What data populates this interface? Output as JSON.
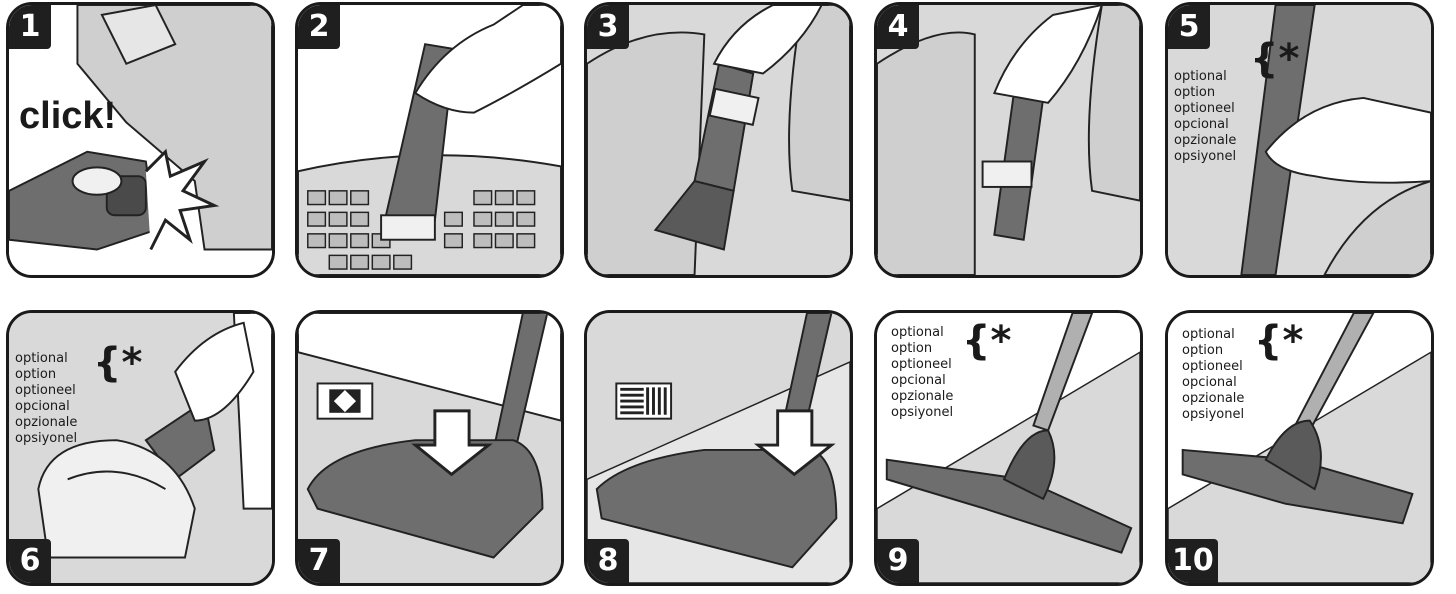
{
  "steps": [
    {
      "number": "1",
      "caption": "click!"
    },
    {
      "number": "2"
    },
    {
      "number": "3"
    },
    {
      "number": "4"
    },
    {
      "number": "5",
      "optional_marker": "{*"
    },
    {
      "number": "6",
      "optional_marker": "{*"
    },
    {
      "number": "7"
    },
    {
      "number": "8"
    },
    {
      "number": "9",
      "optional_marker": "{*"
    },
    {
      "number": "10",
      "optional_marker": "{*"
    }
  ],
  "optional_languages": [
    "optional",
    "option",
    "optioneel",
    "opcional",
    "opzionale",
    "opsiyonel"
  ],
  "colors": {
    "panel_fill": "#d9d9d9",
    "dark": "#1f1f1f",
    "tool": "#6e6e6e",
    "light": "#f2f2f2"
  }
}
